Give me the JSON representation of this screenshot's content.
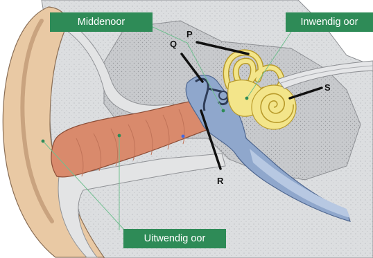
{
  "labels": {
    "middle_ear": "Middenoor",
    "inner_ear": "Inwendig oor",
    "outer_ear": "Uitwendig oor"
  },
  "letters": {
    "p": "P",
    "q": "Q",
    "r": "R",
    "s": "S"
  },
  "colors": {
    "label_bg": "#2e8b57",
    "ear_skin": "#e9c9a4",
    "ear_canal": "#d98a6c",
    "middle_ear_cavity": "#8fa7cc",
    "inner_ear": "#f3e58a",
    "bone": "#c9cbce",
    "leader_line": "#111111",
    "pointer_line": "#6fbf8f"
  }
}
